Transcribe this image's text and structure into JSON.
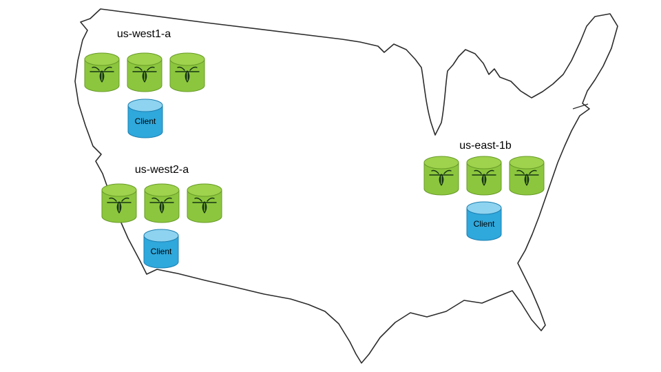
{
  "diagram_type": "region-topology-over-us-map",
  "map": {
    "name": "united-states-outline",
    "outline_color": "#2b2b2b"
  },
  "regions": [
    {
      "id": "us-west1-a",
      "label": "us-west1-a",
      "node_count": 3,
      "client_label": "Client"
    },
    {
      "id": "us-west2-a",
      "label": "us-west2-a",
      "node_count": 3,
      "client_label": "Client"
    },
    {
      "id": "us-east-1b",
      "label": "us-east-1b",
      "node_count": 3,
      "client_label": "Client"
    }
  ],
  "icons": {
    "node_icon": "cockroach-db-cylinder-icon",
    "client_icon": "client-cylinder-icon"
  },
  "colors": {
    "node_fill": "#8CC63E",
    "node_top": "#9FD24D",
    "node_stroke": "#679B27",
    "bug": "#153313",
    "client_fill": "#2FA8DC",
    "client_top": "#8ED3F0",
    "client_stroke": "#1C7FB0",
    "map_outline": "#2b2b2b"
  }
}
